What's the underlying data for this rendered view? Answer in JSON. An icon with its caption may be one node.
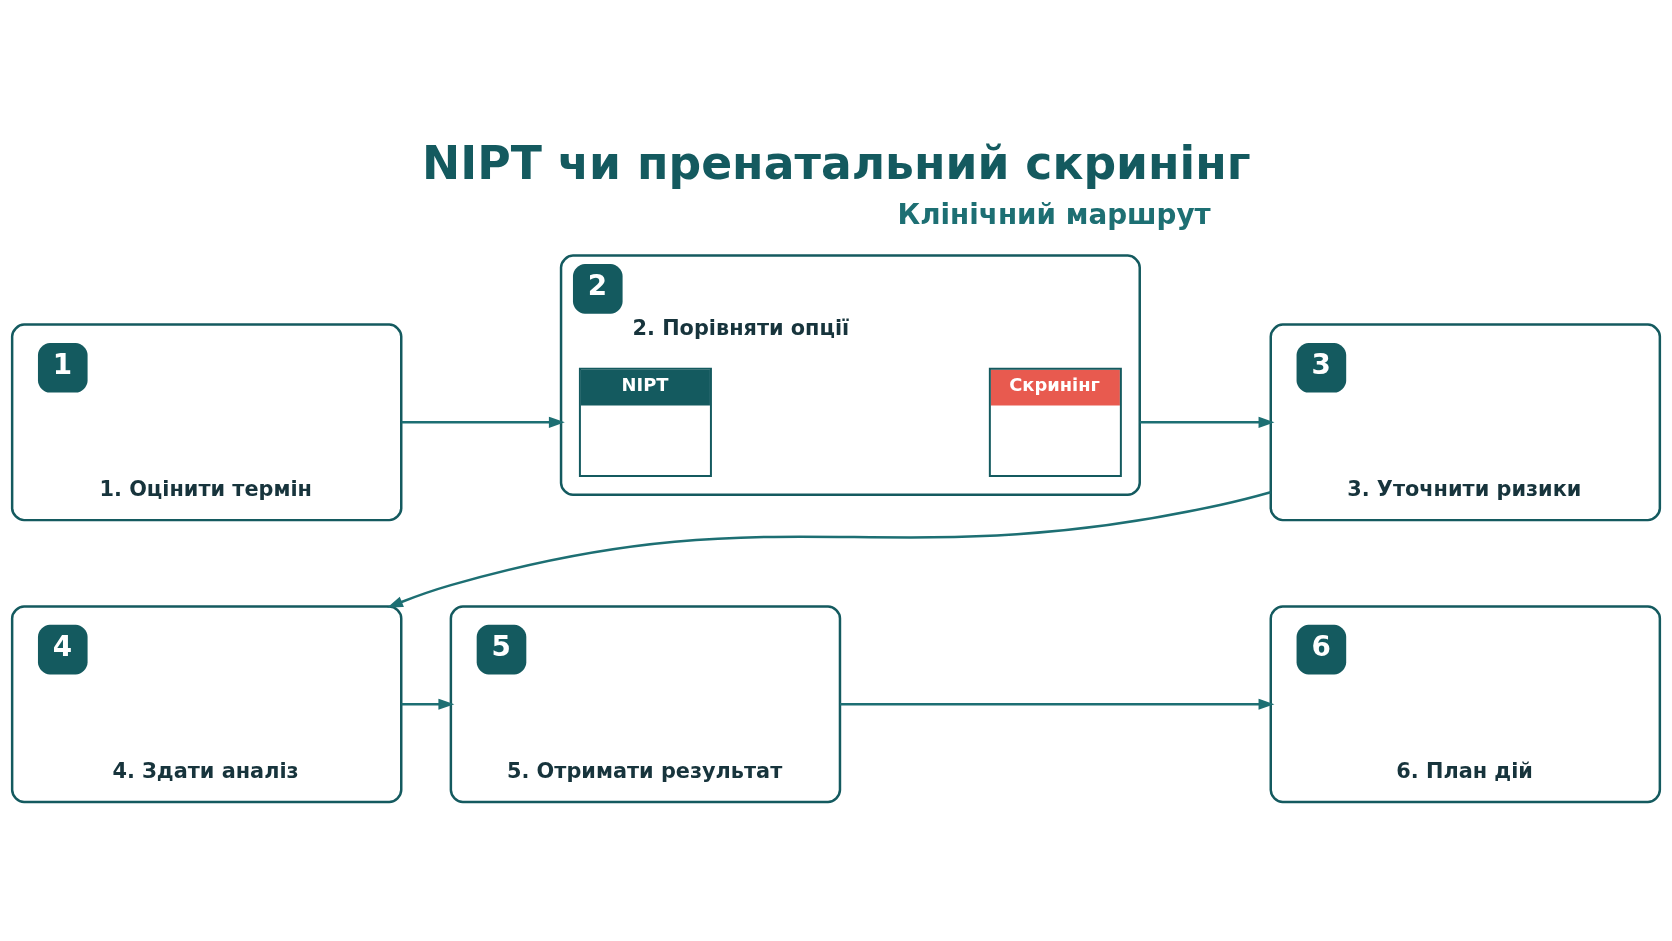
{
  "diagram": {
    "title": "NIPT чи пренатальний скринінг",
    "nodes": [
      {
        "text": [
          "1",
          "1. Оцінити термін"
        ]
      },
      {
        "text": [
          "2",
          "2. Порівняти опції"
        ]
      },
      {
        "text": [
          "NIPT"
        ],
        "in": 1
      },
      {
        "text": [
          "Скринінг"
        ],
        "in": 1
      },
      {
        "text": [
          "3",
          "3. Уточнити ризики"
        ]
      },
      {
        "text": [
          "4",
          "4. Здати аналіз"
        ]
      },
      {
        "text": [
          "5",
          "5. Отримати результат"
        ]
      },
      {
        "text": [
          "6",
          "6. План дій"
        ]
      }
    ],
    "edges": [
      {
        "from": 0,
        "to": 1,
        "arrow": "to"
      },
      {
        "from": 1,
        "to": 4,
        "arrow": "to"
      },
      {
        "from": 4,
        "to": 5,
        "arrow": "to"
      },
      {
        "from": 5,
        "to": 6,
        "arrow": "to"
      },
      {
        "from": 6,
        "to": 7,
        "arrow": "to"
      }
    ],
    "labels": [
      "Клінічний маршрут"
    ]
  }
}
